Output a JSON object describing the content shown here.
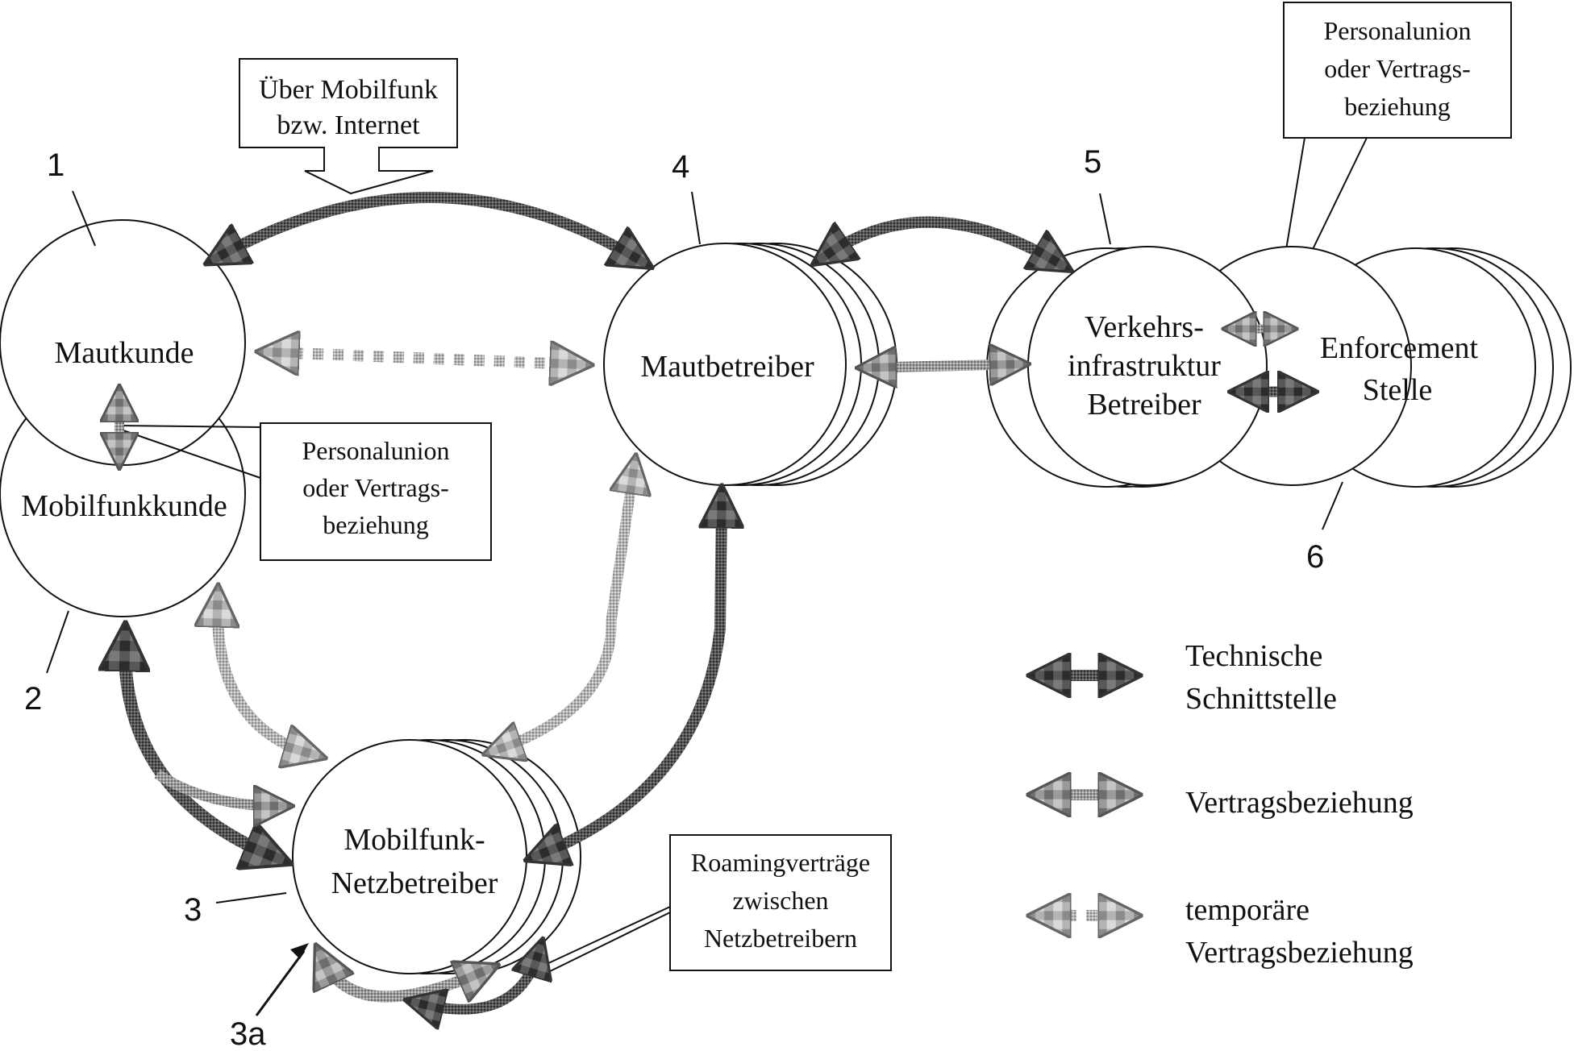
{
  "nodes": {
    "mautkunde": {
      "label": "Mautkunde",
      "number": "1"
    },
    "mobilfunkkunde": {
      "label": "Mobilfunkkunde",
      "number": "2"
    },
    "netzbetreiber": {
      "line1": "Mobilfunk-",
      "line2": "Netzbetreiber",
      "number": "3",
      "sub_number": "3a"
    },
    "mautbetreiber": {
      "label": "Mautbetreiber",
      "number": "4"
    },
    "verkehr": {
      "line1": "Verkehrs-",
      "line2": "infrastruktur",
      "line3": "Betreiber",
      "number": "5"
    },
    "enforcement": {
      "line1": "Enforcement",
      "line2": "Stelle",
      "number": "6"
    }
  },
  "callouts": {
    "internet": {
      "line1": "Über Mobilfunk",
      "line2": "bzw. Internet"
    },
    "personalunion_left": {
      "line1": "Personalunion",
      "line2": "oder Vertrags-",
      "line3": "beziehung"
    },
    "personalunion_right": {
      "line1": "Personalunion",
      "line2": "oder Vertrags-",
      "line3": "beziehung"
    },
    "roaming": {
      "line1": "Roamingverträge",
      "line2": "zwischen",
      "line3": "Netzbetreibern"
    }
  },
  "legend": {
    "technical": {
      "line1": "Technische",
      "line2": "Schnittstelle"
    },
    "contract": {
      "line1": "Vertragsbeziehung"
    },
    "temporary": {
      "line1": "temporäre",
      "line2": "Vertragsbeziehung"
    }
  },
  "colors": {
    "technical": "#4a4a4a",
    "contract": "#8f8f8f",
    "temporary": "#a8a8a8",
    "outline": "#111111"
  }
}
